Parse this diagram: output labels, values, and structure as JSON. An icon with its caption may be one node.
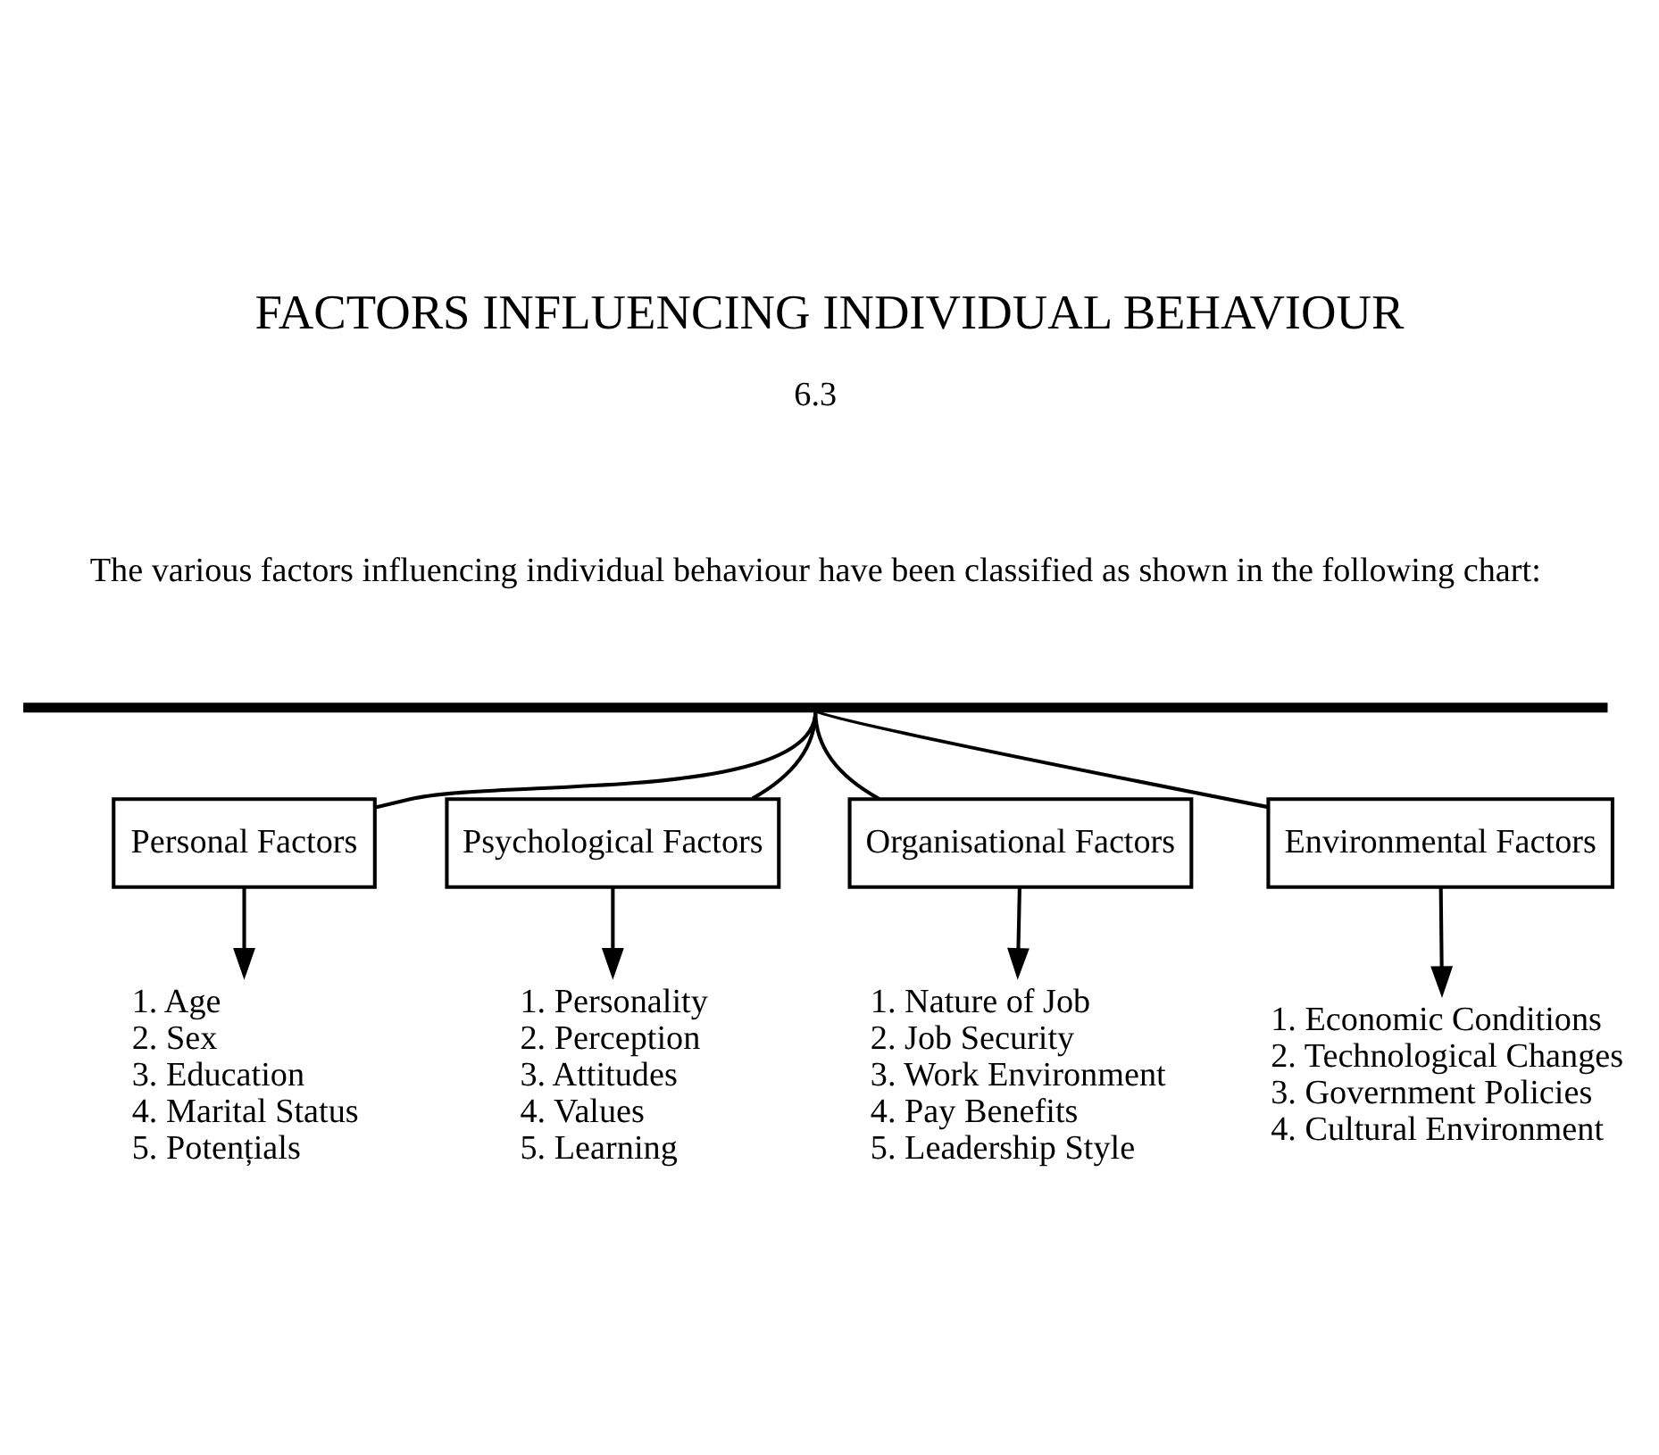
{
  "diagram": {
    "title": "FACTORS INFLUENCING INDIVIDUAL BEHAVIOUR",
    "nodes": [
      {
        "text": [],
        "shape": "bar"
      },
      {
        "text": [
          "Personal Factors"
        ]
      },
      {
        "text": [
          "Psychological Factors"
        ]
      },
      {
        "text": [
          "Organisational Factors"
        ]
      },
      {
        "text": [
          "Environmental Factors"
        ]
      },
      {
        "text": [
          "1. Age",
          "2. Sex",
          "3. Education",
          "4. Marital Status",
          "5. Potențials"
        ]
      },
      {
        "text": [
          "1. Personality",
          "2. Perception",
          "3. Attitudes",
          "4. Values",
          "5. Learning"
        ]
      },
      {
        "text": [
          "1. Nature of Job",
          "2. Job Security",
          "3. Work Environment",
          "4. Pay Benefits",
          "5. Leadership Style"
        ]
      },
      {
        "text": [
          "1. Economic Conditions",
          "2. Technological Changes",
          "3. Government Policies",
          "4. Cultural Environment"
        ]
      }
    ],
    "edges": [
      {
        "from": 0,
        "to": 1,
        "arrow": "none"
      },
      {
        "from": 0,
        "to": 2,
        "arrow": "none"
      },
      {
        "from": 0,
        "to": 3,
        "arrow": "none"
      },
      {
        "from": 0,
        "to": 4,
        "arrow": "none"
      },
      {
        "from": 1,
        "to": 5,
        "arrow": "to"
      },
      {
        "from": 2,
        "to": 6,
        "arrow": "to"
      },
      {
        "from": 3,
        "to": 7,
        "arrow": "to"
      },
      {
        "from": 4,
        "to": 8,
        "arrow": "to"
      }
    ],
    "labels": [
      "6.3",
      "The various factors influencing individual behaviour have been classified as shown in the following chart:"
    ]
  }
}
